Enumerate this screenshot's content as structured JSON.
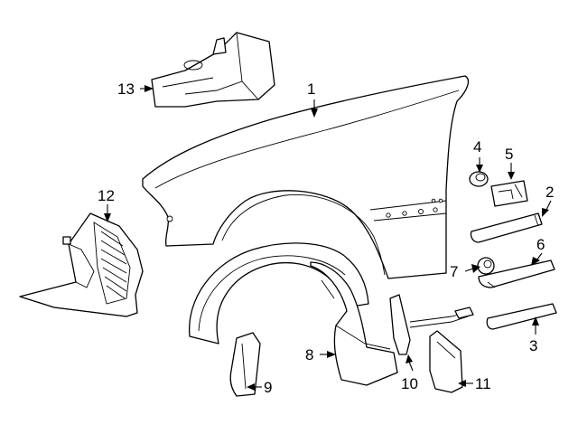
{
  "diagram": {
    "callouts": [
      {
        "id": "1",
        "label": "1"
      },
      {
        "id": "2",
        "label": "2"
      },
      {
        "id": "3",
        "label": "3"
      },
      {
        "id": "4",
        "label": "4"
      },
      {
        "id": "5",
        "label": "5"
      },
      {
        "id": "6",
        "label": "6"
      },
      {
        "id": "7",
        "label": "7"
      },
      {
        "id": "8",
        "label": "8"
      },
      {
        "id": "9",
        "label": "9"
      },
      {
        "id": "10",
        "label": "10"
      },
      {
        "id": "11",
        "label": "11"
      },
      {
        "id": "12",
        "label": "12"
      },
      {
        "id": "13",
        "label": "13"
      }
    ],
    "colors": {
      "line": "#000000",
      "background": "#ffffff"
    }
  }
}
